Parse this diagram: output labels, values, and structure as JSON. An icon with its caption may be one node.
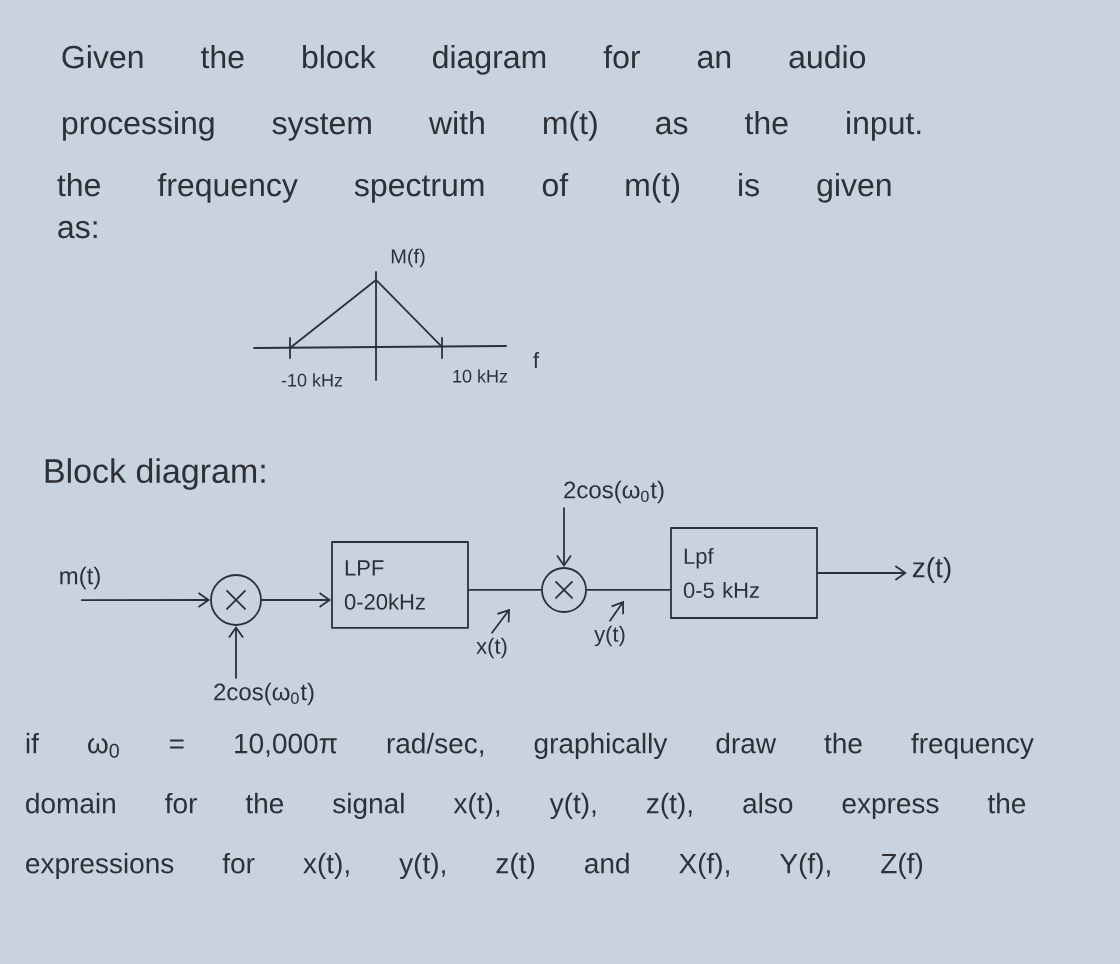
{
  "diagram": {
    "nodes": [
      {
        "text": [
          "m(t)"
        ]
      },
      {
        "text": [],
        "shape": "circle"
      },
      {
        "text": [
          "2cos(ω$_{0}$t)"
        ]
      },
      {
        "text": [
          "LPF",
          "0-20kHz"
        ]
      },
      {
        "text": [],
        "shape": "circle"
      },
      {
        "text": [
          "2cos(ω$_{0}$t)"
        ]
      },
      {
        "text": [
          "Lpf",
          "0-5 kHz"
        ]
      },
      {
        "text": [
          "z(t)"
        ]
      },
      {
        "text": [
          "x(t)"
        ]
      },
      {
        "text": [
          "y(t)"
        ]
      }
    ],
    "edges": [
      {
        "from": 0,
        "to": 1,
        "arrow": "to"
      },
      {
        "from": 2,
        "to": 1,
        "arrow": "to"
      },
      {
        "from": 1,
        "to": 3,
        "arrow": "to"
      },
      {
        "from": 3,
        "to": 4,
        "arrow": "none"
      },
      {
        "from": 5,
        "to": 4,
        "arrow": "to"
      },
      {
        "from": 4,
        "to": 6,
        "arrow": "none"
      },
      {
        "from": 6,
        "to": 7,
        "arrow": "to"
      },
      {
        "from": 8,
        "to": null,
        "arrow": "to"
      },
      {
        "from": 9,
        "to": null,
        "arrow": "to"
      }
    ],
    "labels": [
      "Given the block diagram for an audio processing system with m(t) as the input.",
      "the frequency spectrum of m(t) is given as:",
      "M(f)",
      "-10 kHz",
      "10 kHz",
      "f",
      "Block diagram:",
      "if ω$_{0}$ = 10,000π rad/sec, graphically draw the frequency domain for the signal x(t), y(t), z(t), also express the expressions for x(t), y(t), z(t) and X(f), Y(f), Z(f)"
    ]
  }
}
